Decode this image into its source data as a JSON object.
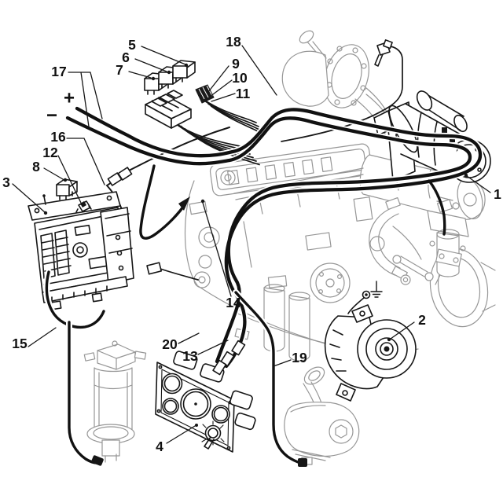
{
  "callouts": {
    "n1": "1",
    "n2": "2",
    "n3": "3",
    "n4": "4",
    "n5": "5",
    "n6": "6",
    "n7": "7",
    "n8": "8",
    "n9": "9",
    "n10": "10",
    "n11": "11",
    "n12": "12",
    "n13": "13",
    "n14": "14",
    "n15": "15",
    "n16": "16",
    "n17": "17",
    "n18": "18",
    "n19": "19",
    "n20": "20",
    "plus": "+",
    "minus": "−"
  }
}
